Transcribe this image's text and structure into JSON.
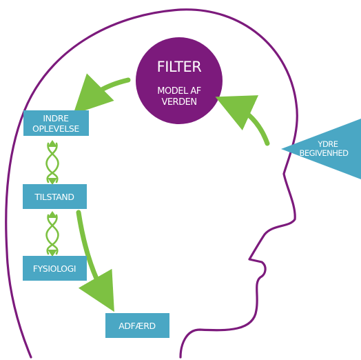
{
  "colors": {
    "head_outline": "#7c1a7c",
    "filter_circle": "#7c1a7c",
    "box_fill": "#4aa7c4",
    "arrow_green": "#7dc142",
    "text_white": "#ffffff"
  },
  "filter": {
    "title": "FILTER",
    "subtitle_line1": "MODEL AF",
    "subtitle_line2": "VERDEN"
  },
  "external_event": {
    "line1": "YDRE",
    "line2": "BEGIVENHED"
  },
  "boxes": {
    "inner_experience_line1": "INDRE",
    "inner_experience_line2": "OPLEVELSE",
    "state": "TILSTAND",
    "physiology": "FYSIOLOGI",
    "behavior": "ADFÆRD"
  }
}
